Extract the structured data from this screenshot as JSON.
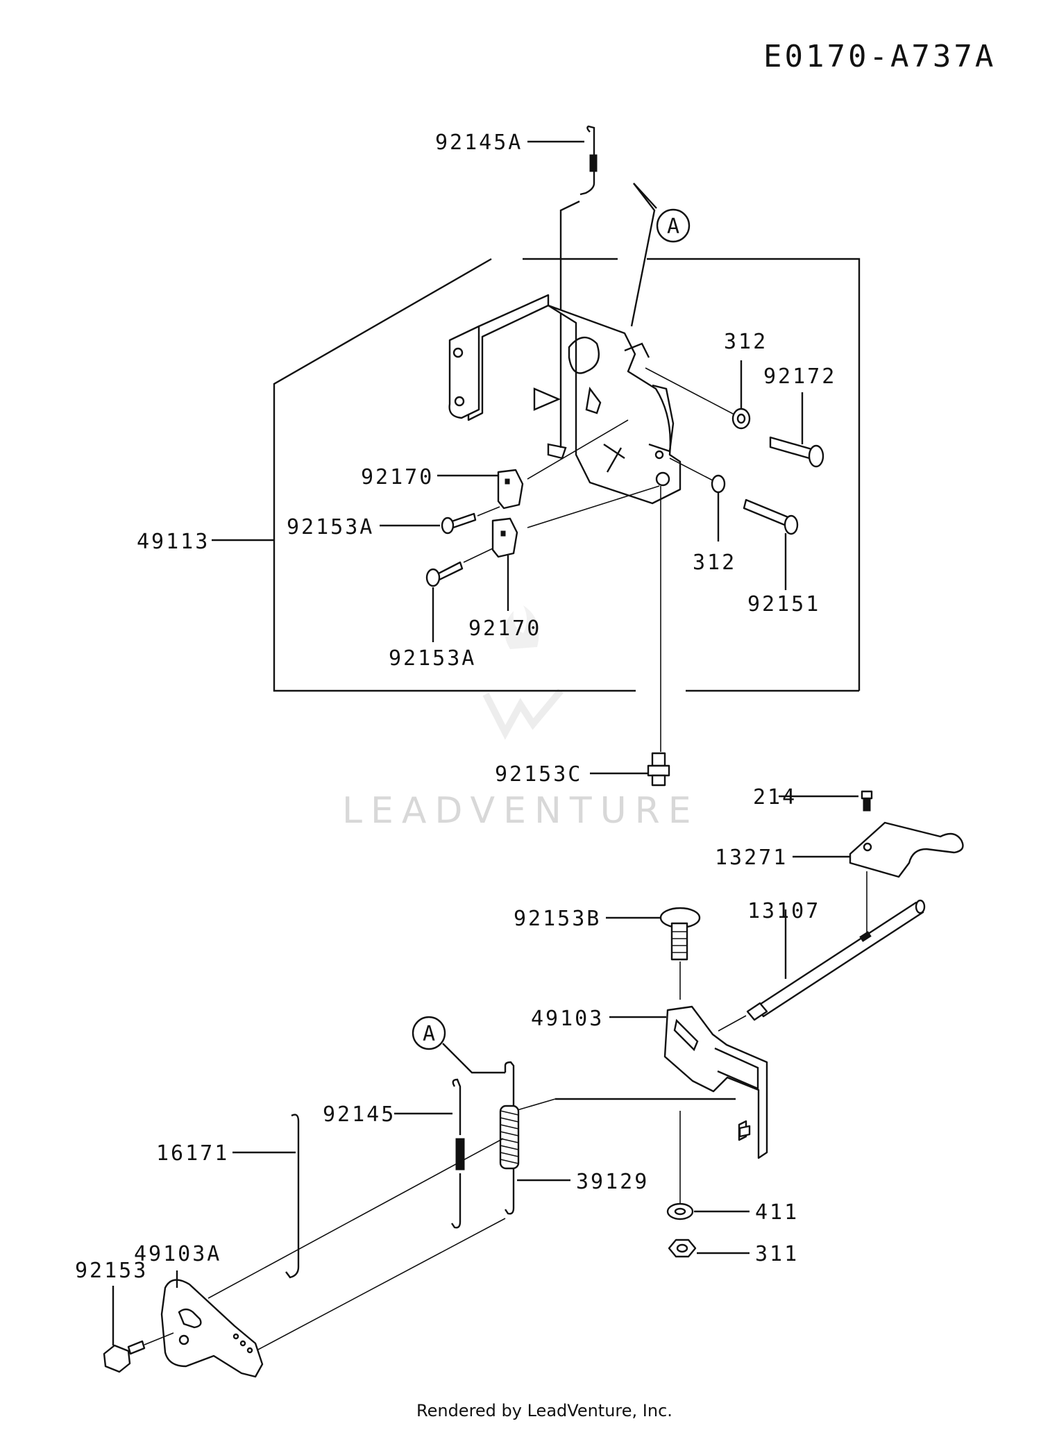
{
  "diagram_code": "E0170-A737A",
  "footer": "Rendered by LeadVenture, Inc.",
  "watermark": "LEADVENTURE",
  "callout_letter": "A",
  "labels": {
    "p92145A": "92145A",
    "p312_top": "312",
    "p92172": "92172",
    "p92170_top": "92170",
    "p92153A_top": "92153A",
    "p49113": "49113",
    "p312_bottom": "312",
    "p92151": "92151",
    "p92170_bottom": "92170",
    "p92153A_bottom": "92153A",
    "p92153C": "92153C",
    "p214": "214",
    "p13271": "13271",
    "p92153B": "92153B",
    "p13107": "13107",
    "p49103": "49103",
    "p92145": "92145",
    "p16171": "16171",
    "p39129": "39129",
    "p49103A": "49103A",
    "p411": "411",
    "p311": "311",
    "p92153": "92153"
  }
}
